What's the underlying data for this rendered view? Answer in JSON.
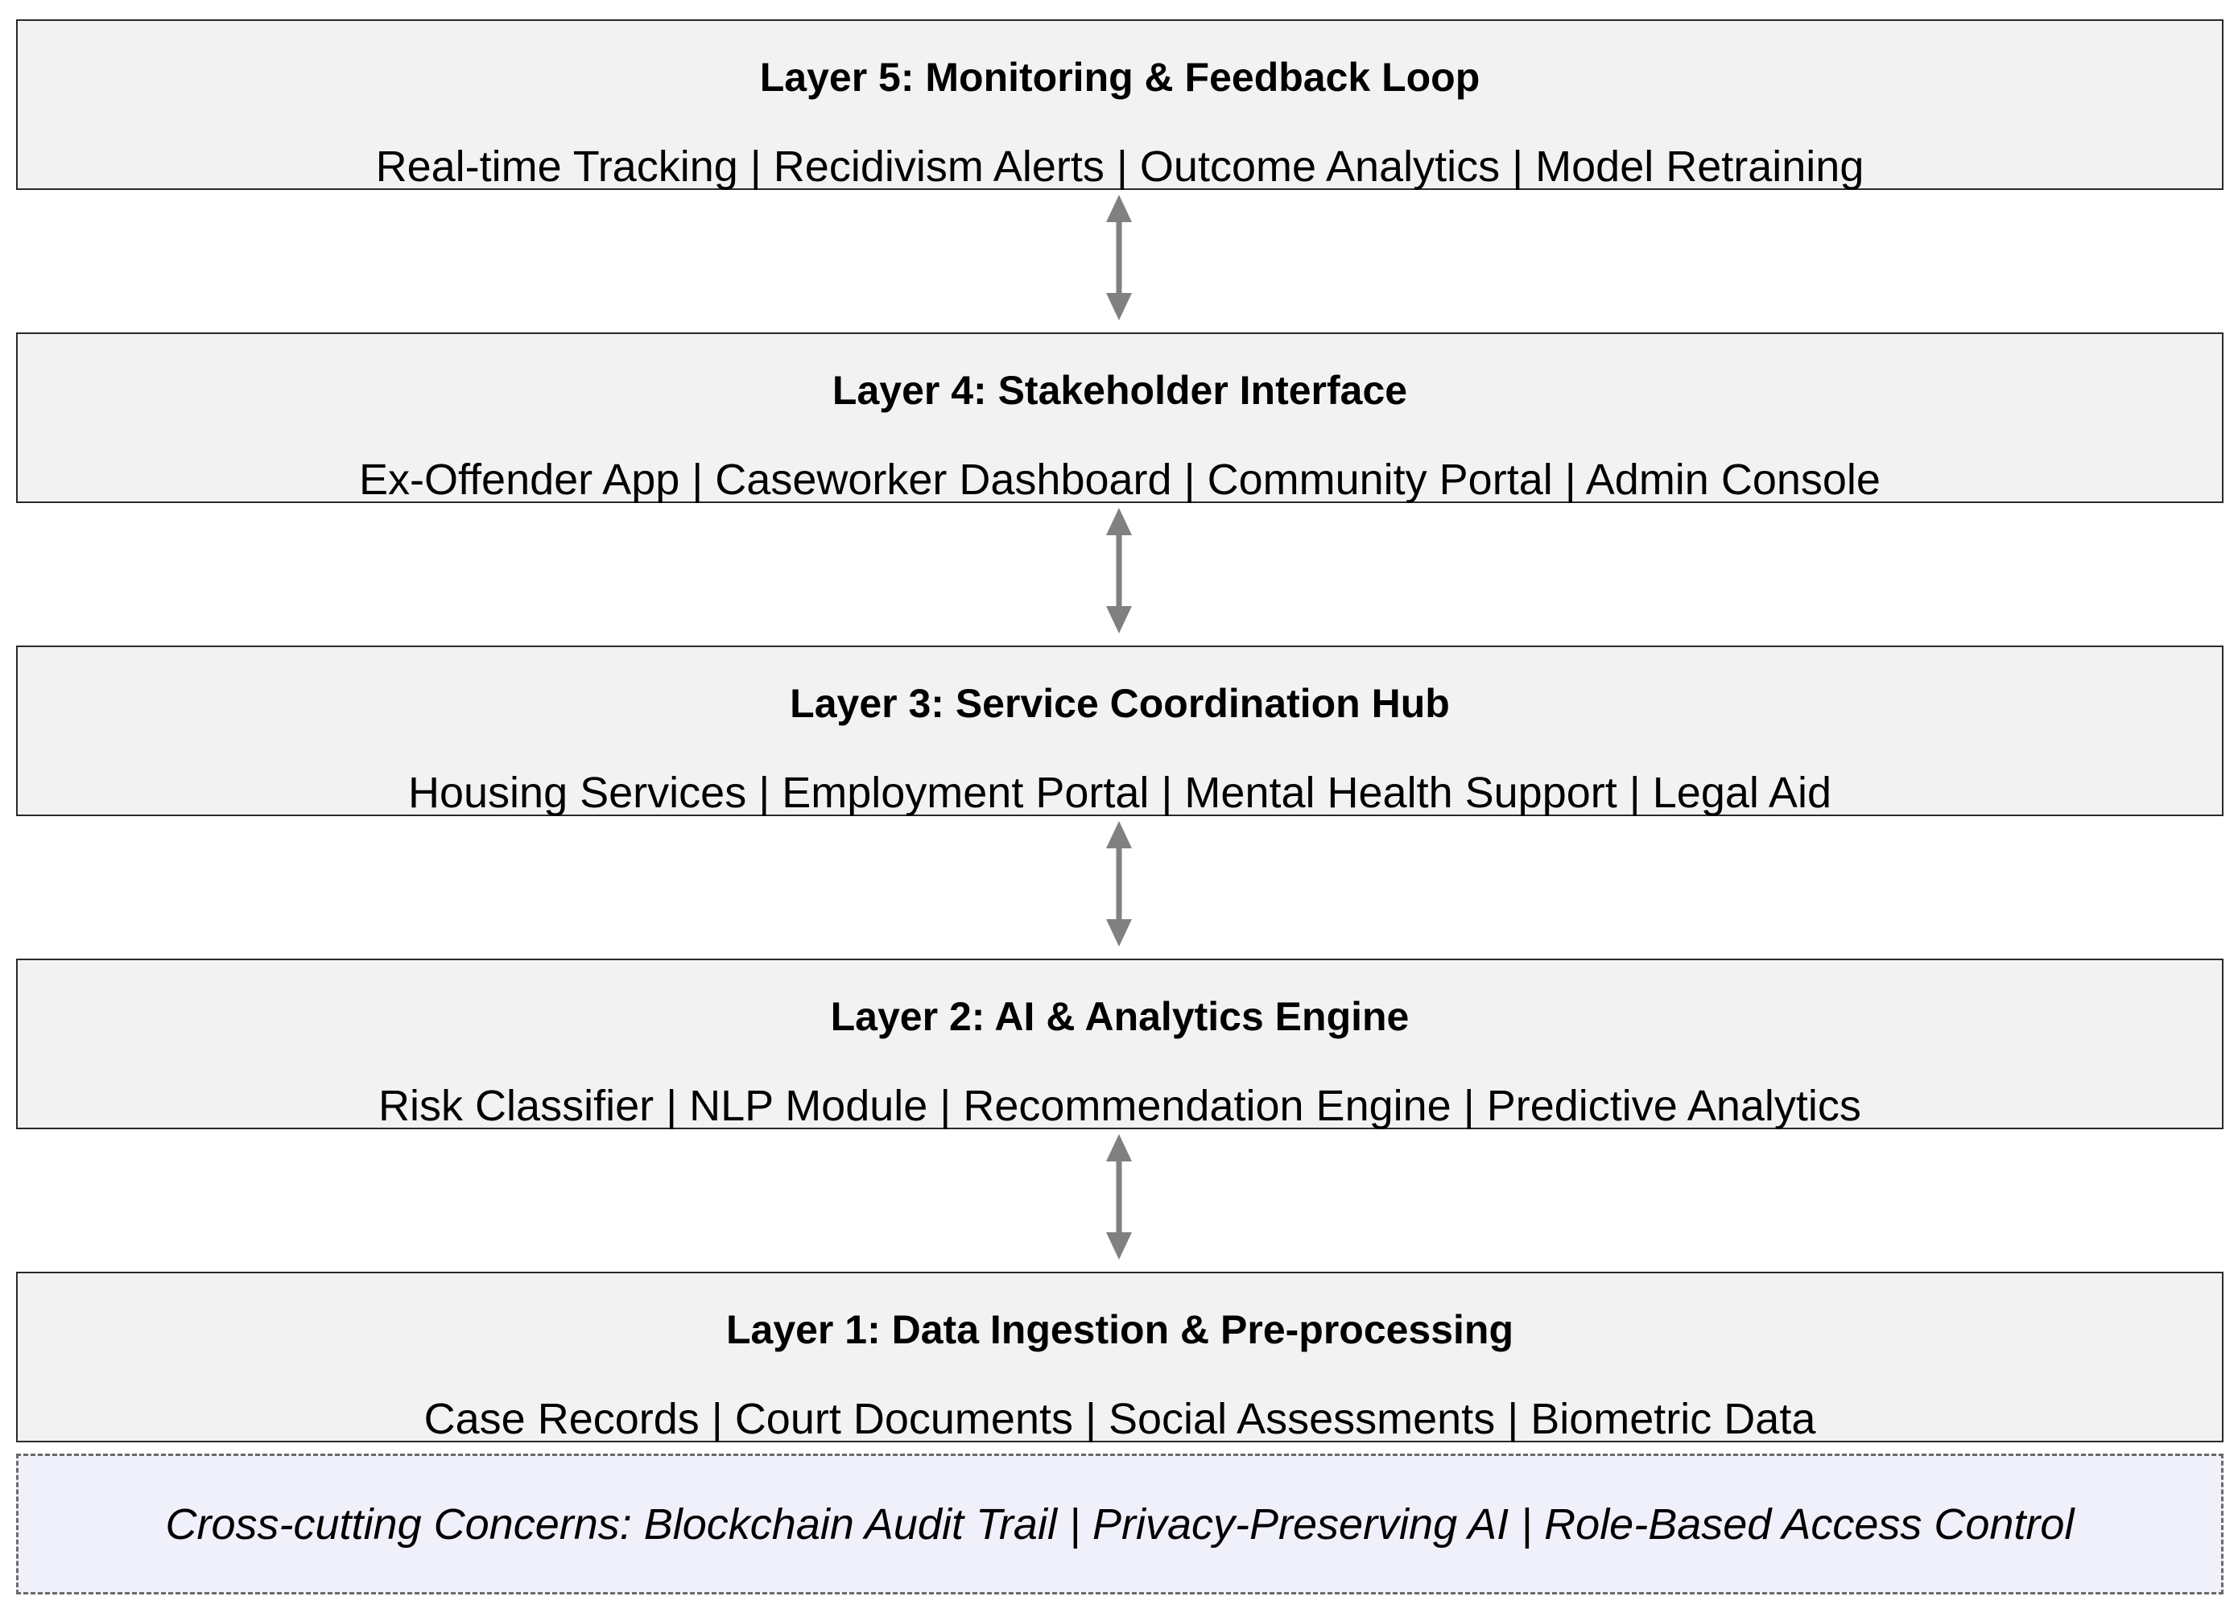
{
  "layers": [
    {
      "title": "Layer 5: Monitoring & Feedback Loop",
      "items": "Real-time Tracking | Recidivism Alerts | Outcome Analytics | Model Retraining"
    },
    {
      "title": "Layer 4: Stakeholder Interface",
      "items": "Ex-Offender App | Caseworker Dashboard | Community Portal | Admin Console"
    },
    {
      "title": "Layer 3: Service Coordination Hub",
      "items": "Housing Services | Employment Portal | Mental Health Support | Legal Aid"
    },
    {
      "title": "Layer 2: AI & Analytics Engine",
      "items": "Risk Classifier | NLP Module | Recommendation Engine | Predictive Analytics"
    },
    {
      "title": "Layer 1: Data Ingestion & Pre-processing",
      "items": "Case Records | Court Documents | Social Assessments | Biometric Data"
    }
  ],
  "cross_cutting": "Cross-cutting Concerns: Blockchain Audit Trail | Privacy-Preserving AI | Role-Based Access Control",
  "colors": {
    "layer_fill": "#f2f2f2",
    "layer_border": "#2a2a2a",
    "arrow": "#808080",
    "cross_fill": "#f0f0fb",
    "cross_border": "#6b6b6b"
  }
}
